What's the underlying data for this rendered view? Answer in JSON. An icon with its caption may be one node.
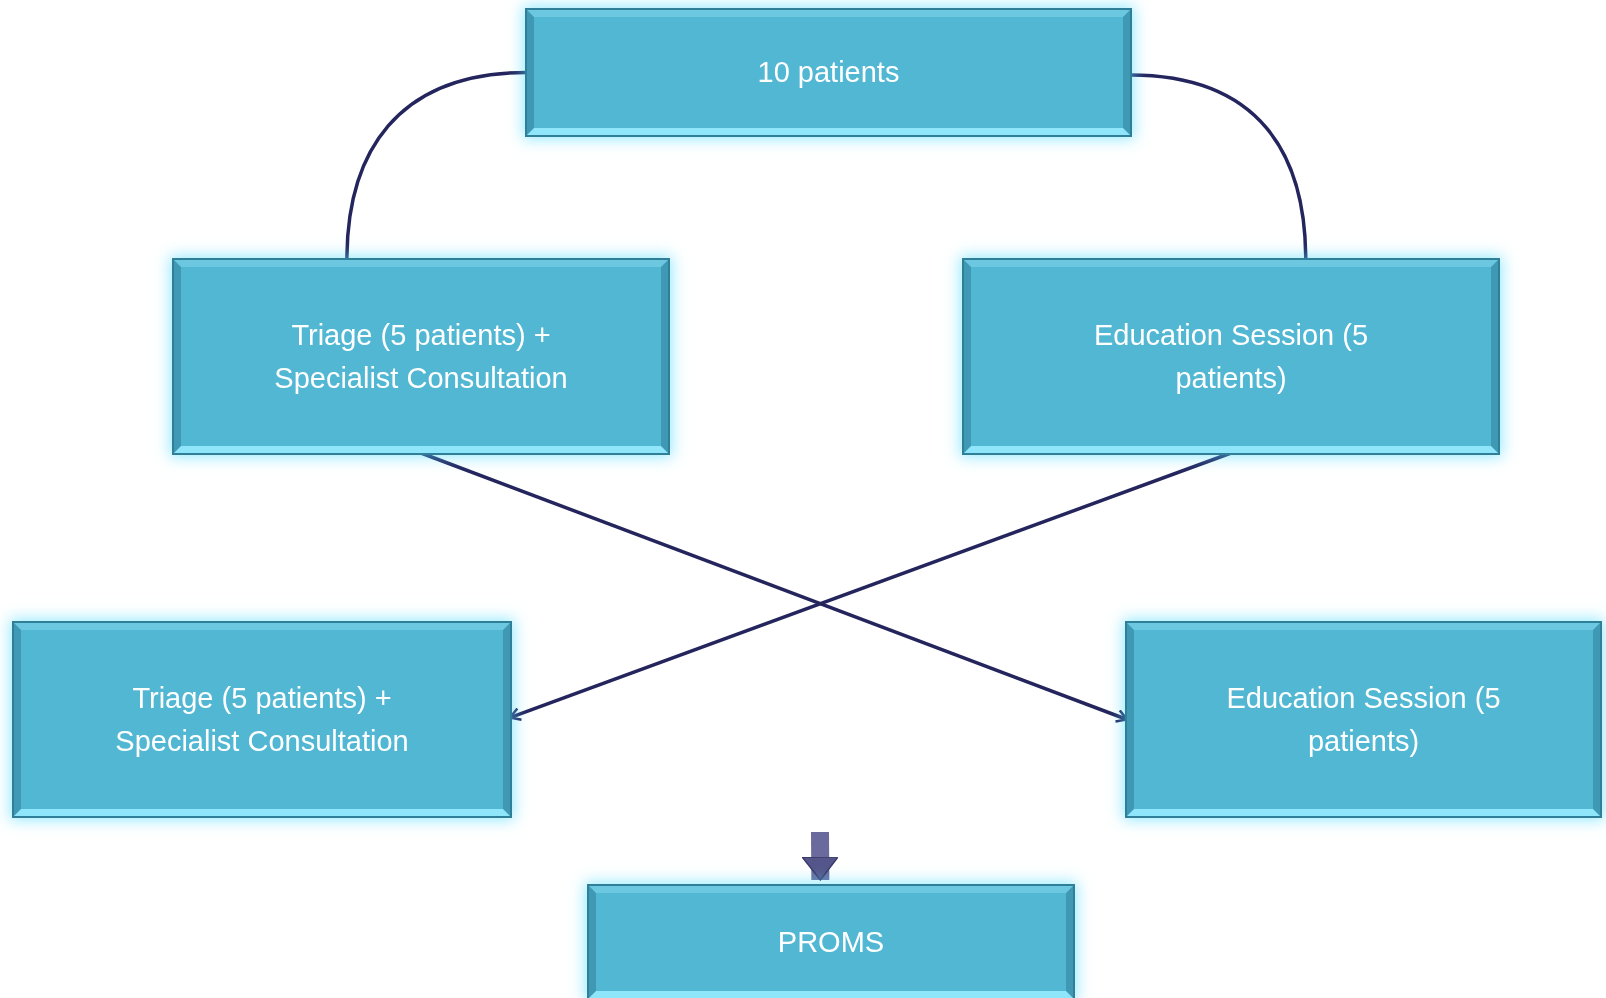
{
  "diagram": {
    "nodes": [
      {
        "text": [
          "10 patients"
        ]
      },
      {
        "text": [
          "Triage (5 patients) + Specialist Consultation"
        ]
      },
      {
        "text": [
          "Education Session (5 patients)"
        ]
      },
      {
        "text": [
          "Triage (5 patients) + Specialist Consultation"
        ]
      },
      {
        "text": [
          "Education Session (5 patients)"
        ]
      },
      {
        "text": [
          "PROMS"
        ]
      }
    ],
    "edges": [
      {
        "from": 0,
        "to": 1,
        "arrow": "none"
      },
      {
        "from": 0,
        "to": 2,
        "arrow": "none"
      },
      {
        "from": 1,
        "to": 4,
        "arrow": "to"
      },
      {
        "from": 2,
        "to": 3,
        "arrow": "to"
      },
      {
        "from": null,
        "to": 5,
        "arrow": "to",
        "style": "thick",
        "color": "#6a6a9c"
      }
    ]
  }
}
